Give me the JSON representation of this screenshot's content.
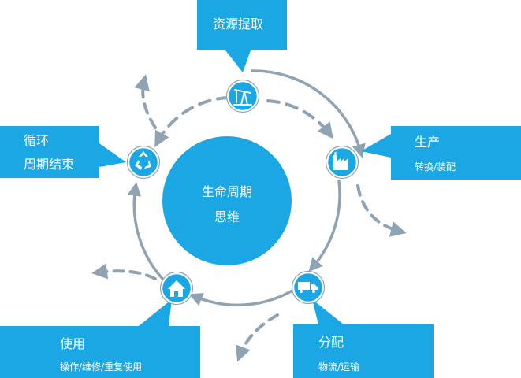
{
  "colors": {
    "accent": "#1aa7e3",
    "cycle_gray": "#8fa3b3",
    "white": "#ffffff"
  },
  "center": {
    "line1": "生命周期",
    "line2": "思维"
  },
  "stages": {
    "extraction": {
      "title": "资源提取",
      "icon": "oil-pump-icon"
    },
    "production": {
      "title": "生产",
      "subtitle": "转换/装配",
      "icon": "factory-icon"
    },
    "distribution": {
      "title": "分配",
      "subtitle": "物流/运输",
      "icon": "truck-icon"
    },
    "use": {
      "title": "使用",
      "subtitle": "操作/维修/重复使用",
      "icon": "house-icon"
    },
    "end_of_life": {
      "title_line1": "循环",
      "title_line2": "周期结束",
      "icon": "recycle-icon"
    }
  }
}
